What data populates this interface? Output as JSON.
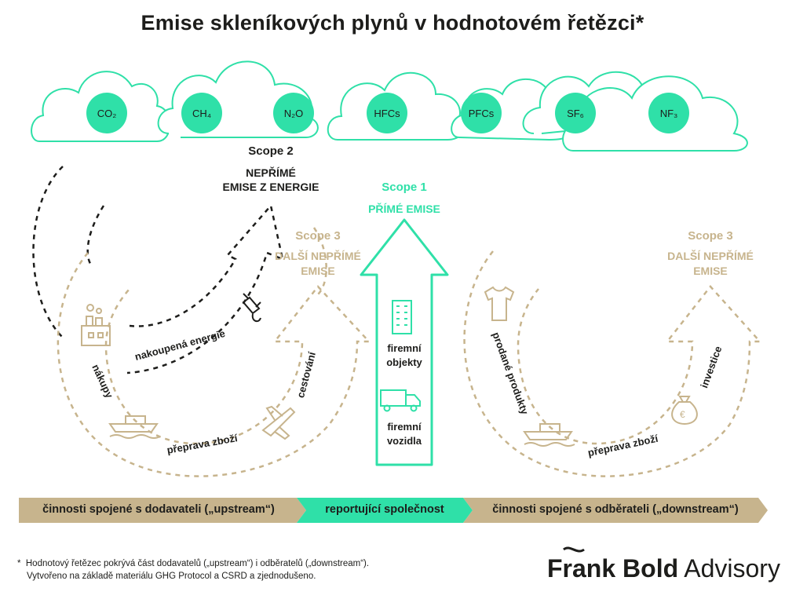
{
  "title": "Emise skleníkových plynů v hodnotovém řetězci*",
  "gases": [
    "CO₂",
    "CH₄",
    "N₂O",
    "HFCs",
    "PFCs",
    "SF₆",
    "NF₃"
  ],
  "scope2": {
    "heading": "Scope 2",
    "line1": "NEPŘÍMÉ",
    "line2": "EMISE Z ENERGIE"
  },
  "scope1": {
    "heading": "Scope 1",
    "line1": "PŘÍMÉ EMISE"
  },
  "scope3_left": {
    "heading": "Scope 3",
    "line1": "DALŠÍ NEPŘÍMÉ",
    "line2": "EMISE"
  },
  "scope3_right": {
    "heading": "Scope 3",
    "line1": "DALŠÍ NEPŘÍMÉ",
    "line2": "EMISE"
  },
  "labels": {
    "nakupena_energie": "nakoupená energie",
    "nakupy": "nákupy",
    "cestovani": "cestování",
    "preprava_left": "přeprava zboží",
    "firemni_objekty_1": "firemní",
    "firemni_objekty_2": "objekty",
    "firemni_vozidla_1": "firemní",
    "firemni_vozidla_2": "vozidla",
    "prodane_produkty": "prodané produkty",
    "preprava_right": "přeprava zboží",
    "investice": "investice"
  },
  "bar": {
    "upstream": "činnosti spojené s dodavateli („upstream“)",
    "reporting": "reportující společnost",
    "downstream": "činnosti spojené s odběrateli („downstream“)"
  },
  "footnote": {
    "line1": "Hodnotový řetězec pokrývá část dodavatelů („upstream“) i odběratelů („downstream“).",
    "line2": "Vytvořeno na základě materiálu GHG Protocol a CSRD a zjednodušeno.",
    "marker": "*"
  },
  "logo": {
    "bold": "Frank Bold",
    "light": "Advisory"
  },
  "colors": {
    "mint": "#2fe0a8",
    "gold": "#c7b48d",
    "dark": "#1d1d1b"
  }
}
